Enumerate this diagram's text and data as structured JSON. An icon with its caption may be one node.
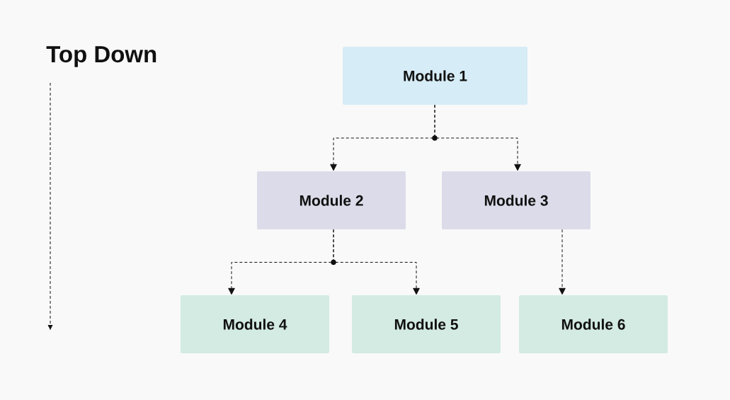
{
  "diagram": {
    "title": "Top Down",
    "nodes": [
      {
        "text": [
          "Module 1"
        ]
      },
      {
        "text": [
          "Module 2"
        ]
      },
      {
        "text": [
          "Module 3"
        ]
      },
      {
        "text": [
          "Module 4"
        ]
      },
      {
        "text": [
          "Module 5"
        ]
      },
      {
        "text": [
          "Module 6"
        ]
      }
    ],
    "edges": [
      {
        "from": 0,
        "to": 1,
        "arrow": "to",
        "style": "dashed"
      },
      {
        "from": 0,
        "to": 2,
        "arrow": "to",
        "style": "dashed"
      },
      {
        "from": 1,
        "to": 3,
        "arrow": "to",
        "style": "dashed"
      },
      {
        "from": 1,
        "to": 4,
        "arrow": "to",
        "style": "dashed"
      },
      {
        "from": 2,
        "to": 5,
        "arrow": "to",
        "style": "dashed"
      }
    ]
  }
}
